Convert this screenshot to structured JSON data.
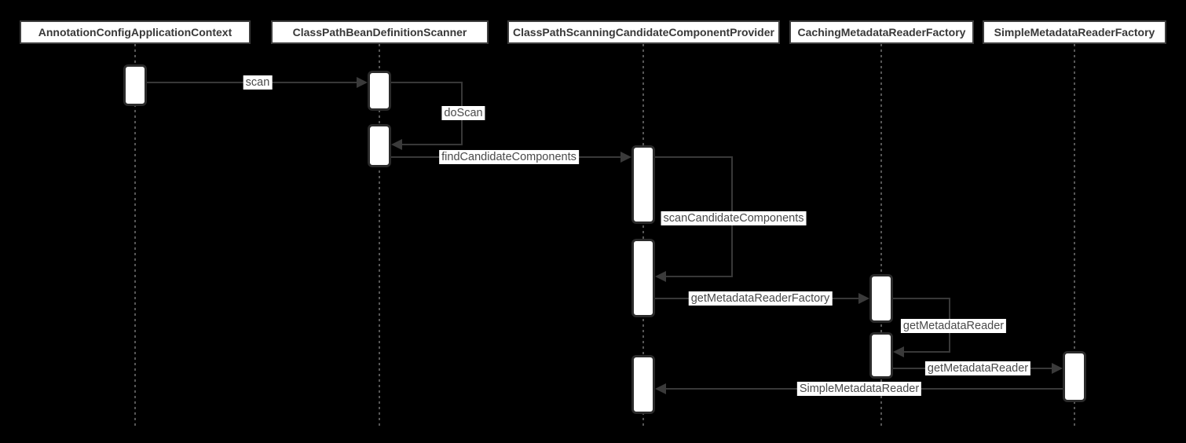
{
  "diagram": {
    "type": "uml-sequence",
    "colors": {
      "background": "#000000",
      "participant_fill": "#ffffff",
      "participant_border": "#3d3d3d",
      "participant_text": "#383838",
      "message_line": "#383838",
      "label_background": "#ffffff",
      "label_text": "#4a4a4a",
      "lifeline": "#565656",
      "activation_fill": "#ffffff",
      "activation_border": "#2b2b2b"
    },
    "participants": [
      {
        "name": "AnnotationConfigApplicationContext"
      },
      {
        "name": "ClassPathBeanDefinitionScanner"
      },
      {
        "name": "ClassPathScanningCandidateComponentProvider"
      },
      {
        "name": "CachingMetadataReaderFactory"
      },
      {
        "name": "SimpleMetadataReaderFactory"
      }
    ],
    "messages": [
      {
        "label": "scan",
        "from": "AnnotationConfigApplicationContext",
        "to": "ClassPathBeanDefinitionScanner",
        "kind": "call"
      },
      {
        "label": "doScan",
        "from": "ClassPathBeanDefinitionScanner",
        "to": "ClassPathBeanDefinitionScanner",
        "kind": "self-call"
      },
      {
        "label": "findCandidateComponents",
        "from": "ClassPathBeanDefinitionScanner",
        "to": "ClassPathScanningCandidateComponentProvider",
        "kind": "call"
      },
      {
        "label": "scanCandidateComponents",
        "from": "ClassPathScanningCandidateComponentProvider",
        "to": "ClassPathScanningCandidateComponentProvider",
        "kind": "self-call"
      },
      {
        "label": "getMetadataReaderFactory",
        "from": "ClassPathScanningCandidateComponentProvider",
        "to": "CachingMetadataReaderFactory",
        "kind": "call"
      },
      {
        "label": "getMetadataReader",
        "from": "CachingMetadataReaderFactory",
        "to": "CachingMetadataReaderFactory",
        "kind": "self-call"
      },
      {
        "label": "getMetadataReader",
        "from": "CachingMetadataReaderFactory",
        "to": "SimpleMetadataReaderFactory",
        "kind": "call"
      },
      {
        "label": "SimpleMetadataReader",
        "from": "SimpleMetadataReaderFactory",
        "to": "ClassPathScanningCandidateComponentProvider",
        "kind": "return"
      }
    ]
  }
}
